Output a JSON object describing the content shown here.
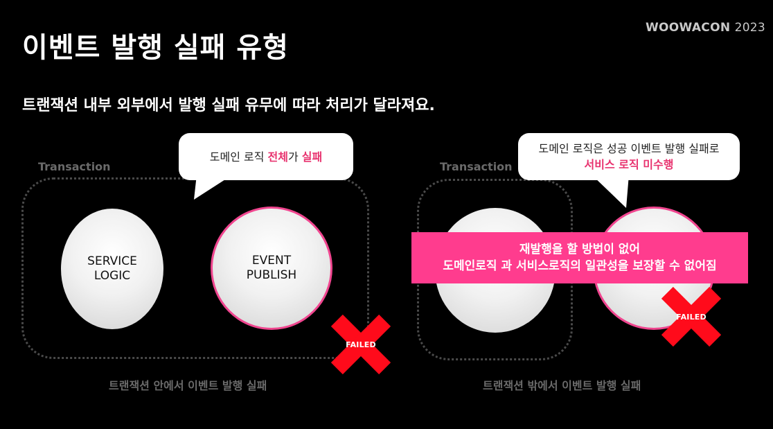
{
  "slide": {
    "title": "이벤트 발행 실패 유형",
    "brand": "WOOWACON",
    "brand_year": "2023",
    "subtitle": "트랜잭션 내부 외부에서 발행 실패 유무에 따라 처리가 달라져요."
  },
  "left_panel": {
    "transaction_label": "Transaction",
    "service_line1": "SERVICE",
    "service_line2": "LOGIC",
    "event_line1": "EVENT",
    "event_line2": "PUBLISH",
    "bubble_pre": "도메인 로직 ",
    "bubble_hl1": "전체",
    "bubble_mid": "가 ",
    "bubble_hl2": "실패",
    "failed_label": "FAILED",
    "caption": "트랜잭션 안에서 이벤트 발행 실패"
  },
  "right_panel": {
    "transaction_label": "Transaction",
    "bubble_line1": "도메인 로직은 성공 이벤트 발행 실패로",
    "bubble_line2": "서비스 로직 미수행",
    "banner_line1": "재발행을 할 방법이 없어",
    "banner_line2": "도메인로직 과 서비스로직의 일관성을 보장할 수 없어짐",
    "failed_label": "FAILED",
    "caption": "트랜잭션 밖에서 이벤트 발행 실패"
  },
  "colors": {
    "background": "#000000",
    "accent_pink": "#ff3c8e",
    "highlight_text": "#e8336f",
    "failed_red": "#ff0b1b"
  }
}
